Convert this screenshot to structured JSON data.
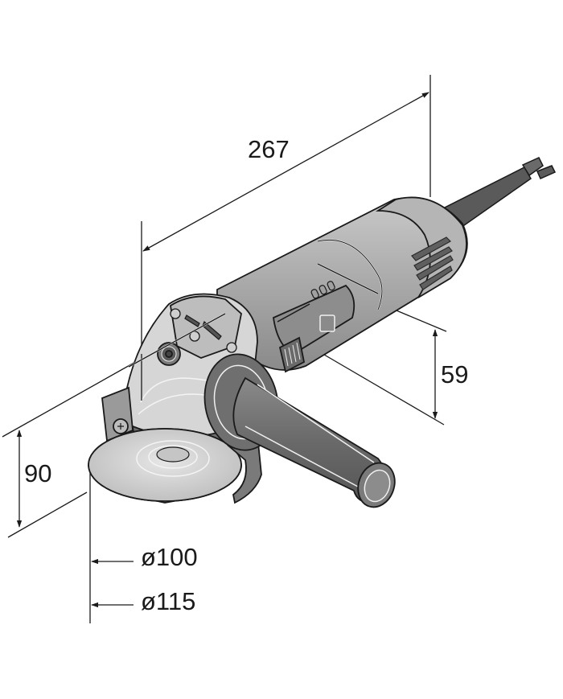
{
  "drawing": {
    "subject": "angle-grinder",
    "colors": {
      "background": "#ffffff",
      "line": "#1a1a1a",
      "body_light": "#d4d4d4",
      "body_mid": "#a8a8a8",
      "body_dark": "#707070",
      "handle": "#6e6e6e",
      "highlight": "#f2f2f2"
    }
  },
  "dimensions": {
    "overall_length": {
      "label": "267",
      "unit": "mm"
    },
    "body_height": {
      "label": "59",
      "unit": "mm"
    },
    "total_height": {
      "label": "90",
      "unit": "mm"
    },
    "disc_small": {
      "label": "ø100",
      "unit": "mm"
    },
    "disc_large": {
      "label": "ø115",
      "unit": "mm"
    }
  }
}
